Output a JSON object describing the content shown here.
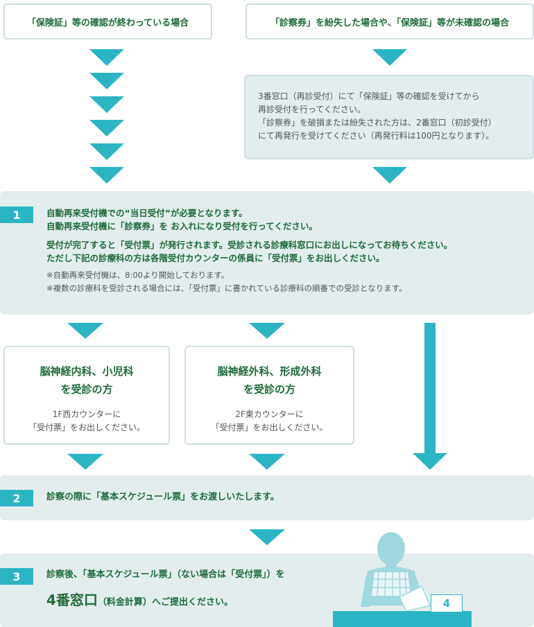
{
  "top_left": {
    "text": "「保険証」等の確認が終わっている場合"
  },
  "top_right": {
    "text": "「診察券」を紛失した場合や、「保険証」等が未確認の場合"
  },
  "reissue": {
    "lines": [
      "3番窓口（再診受付）にて「保険証」等の確認を受けてから",
      "再診受付を行ってください。",
      "「診察券」を破損または紛失された方は、2番窓口（初診受付）",
      "にて再発行を受けてください（再発行料は100円となります）。"
    ]
  },
  "step1": {
    "number": "1",
    "lines_a": [
      "自動再来受付機での“当日受付”が必要となります。",
      "自動再来受付機に「診察券」を お入れになり受付を行ってください。"
    ],
    "lines_b": [
      "受付が完了すると「受付票」が発行されます。受診される診療科窓口にお出しになってお待ちください。",
      "ただし下記の診療科の方は各階受付カウンターの係員に「受付票」をお出しください。"
    ],
    "notes": [
      "※自動再来受付機は、8:00より開始しております。",
      "※複数の診療科を受診される場合には、「受付票」に書かれている診療科の順番での受診となります。"
    ]
  },
  "dept_left": {
    "title_1": "脳神経内科、小児科",
    "title_2": "を受診の方",
    "sub_1": "1F西カウンターに",
    "sub_2": "「受付票」をお出しください。"
  },
  "dept_right": {
    "title_1": "脳神経外科、形成外科",
    "title_2": "を受診の方",
    "sub_1": "2F東カウンターに",
    "sub_2": "「受付票」をお出しください。"
  },
  "step2": {
    "number": "2",
    "text": "診察の際に「基本スケジュール票」をお渡しいたします。"
  },
  "step3": {
    "number": "3",
    "line1": "診察後、「基本スケジュール票」（ない場合は「受付票」）を",
    "window": "4番窓口",
    "window_sub": "（料金計算）",
    "line2_rest": "へご提出ください。",
    "counter_number": "4"
  },
  "colors": {
    "accent": "#2bb5c4",
    "panel": "#e3edee",
    "text_green": "#1d6b3a",
    "border": "#cfe0e2"
  }
}
